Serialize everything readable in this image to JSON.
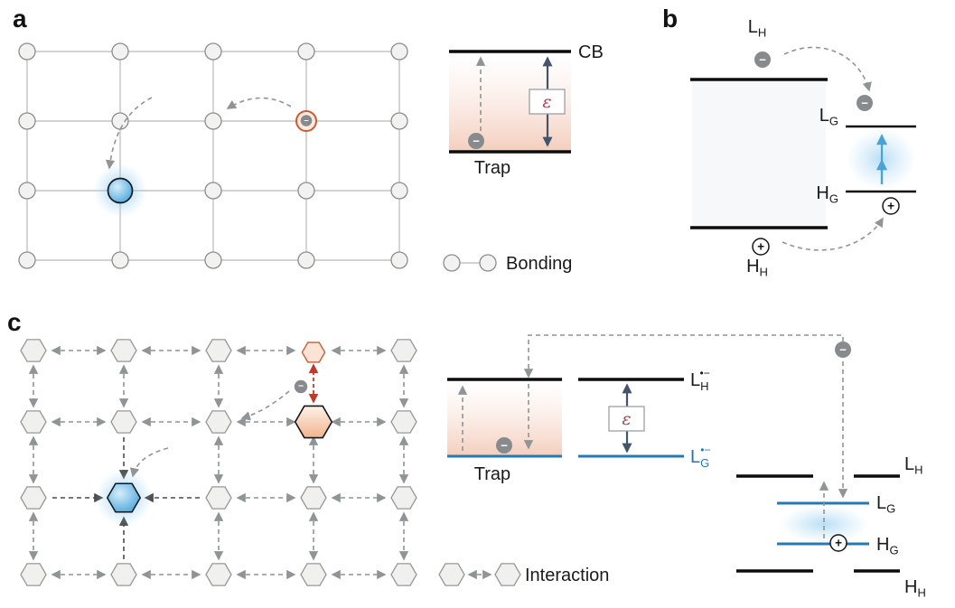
{
  "colors": {
    "accent_blue": "#3f9fd8",
    "energy_level_blue": "#2678b2",
    "accent_orange": "#c85c33",
    "epsilon_red": "#a93a47",
    "charge_transfer_red": "#c03a2b",
    "arrow_gray": "#8f9496",
    "level_black": "#0c0c0c"
  },
  "icons": {
    "electron": "−",
    "hole": "+"
  },
  "panels": {
    "a": {
      "label": "a",
      "legend_label": "Bonding",
      "energy": {
        "cb_label": "CB",
        "trap_label": "Trap",
        "gap_symbol": "ε"
      }
    },
    "b": {
      "label": "b",
      "levels": {
        "lh": {
          "base": "L",
          "sub": "H"
        },
        "lg": {
          "base": "L",
          "sub": "G"
        },
        "hg": {
          "base": "H",
          "sub": "G"
        },
        "hh": {
          "base": "H",
          "sub": "H"
        }
      }
    },
    "c": {
      "label": "c",
      "legend_label": "Interaction",
      "trap_diagram": {
        "lh_radical": {
          "base": "L",
          "sub": "H",
          "sup": "•−"
        },
        "lg_radical": {
          "base": "L",
          "sub": "G",
          "sup": "•−"
        },
        "trap_label": "Trap",
        "gap_symbol": "ε"
      },
      "host_guest_diagram": {
        "lh": {
          "base": "L",
          "sub": "H"
        },
        "lg": {
          "base": "L",
          "sub": "G"
        },
        "hg": {
          "base": "H",
          "sub": "G"
        },
        "hh": {
          "base": "H",
          "sub": "H"
        }
      }
    }
  }
}
